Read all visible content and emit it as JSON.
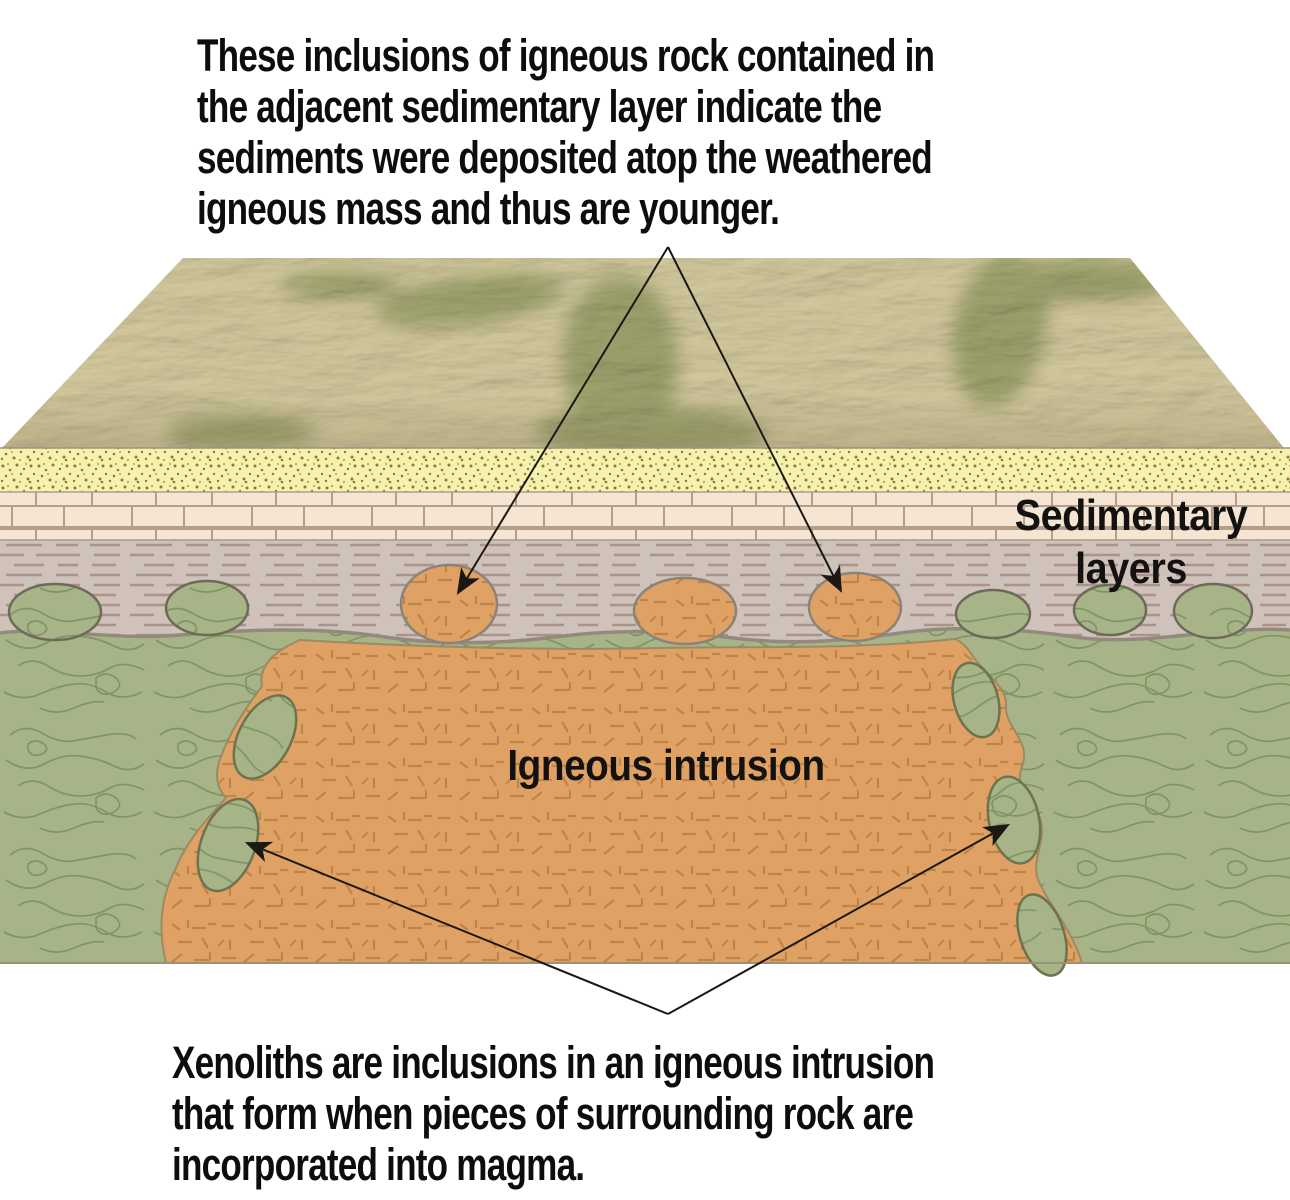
{
  "caption_top": {
    "lines": [
      "These inclusions of igneous rock contained in",
      "the adjacent sedimentary layer indicate the",
      "sediments were deposited atop the weathered",
      "igneous mass and thus are younger."
    ]
  },
  "caption_bottom": {
    "lines": [
      "Xenoliths are inclusions in an igneous intrusion",
      "that form when pieces of surrounding rock are",
      "incorporated into magma."
    ]
  },
  "labels": {
    "sedimentary_line1": "Sedimentary",
    "sedimentary_line2": "layers",
    "igneous": "Igneous intrusion"
  },
  "palette": {
    "background": "#ffffff",
    "text": "#0e0d0b",
    "terrain_tan": "#c9bc92",
    "terrain_green": "#a4b687",
    "sandstone": "#f6f2ad",
    "sandstone_dots": "#6e6832",
    "limestone": "#f4e6d3",
    "limestone_lines": "#b89d8c",
    "shale": "#cfc2ba",
    "shale_dashes": "#a68e85",
    "country_rock_green": "#a6b488",
    "country_rock_contours": "#7b9160",
    "intrusion_orange": "#e0a264",
    "intrusion_ticks": "#bd8348",
    "unconformity_line": "#938a7d",
    "arrow": "#1c1814"
  }
}
